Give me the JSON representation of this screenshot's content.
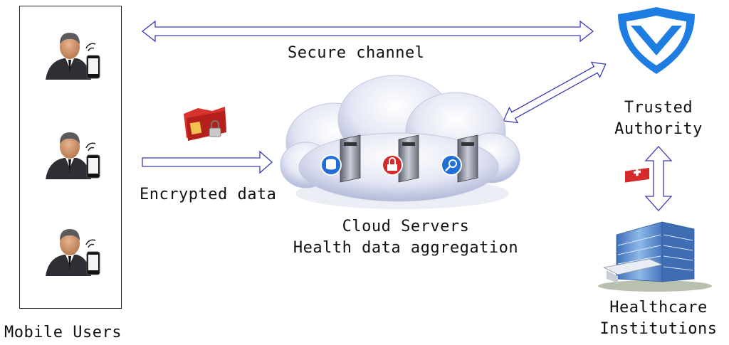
{
  "labels": {
    "secure_channel": "Secure channel",
    "encrypted_data": "Encrypted data",
    "cloud_line1": "Cloud Servers",
    "cloud_line2": "Health data aggregation",
    "trusted_line1": "Trusted",
    "trusted_line2": "Authority",
    "healthcare_line1": "Healthcare",
    "healthcare_line2": "Institutions",
    "mobile_users": "Mobile Users"
  },
  "colors": {
    "arrow_stroke": "#3b3bb8",
    "shield": "#1e7de0",
    "cloud_light": "#f2f4fb",
    "cloud_dark": "#aeb4d6",
    "building": "#5b8fd0",
    "badge_blue": "#1f6fd6",
    "badge_red": "#d42a2a"
  },
  "icons": {
    "users": [
      "mobile-user-icon",
      "mobile-user-icon",
      "mobile-user-icon"
    ],
    "servers": [
      "database-server-icon",
      "lock-server-icon",
      "search-server-icon"
    ],
    "folder": "locked-folder-icon",
    "authority": "shield-check-icon",
    "hospital": "hospital-building-icon"
  }
}
